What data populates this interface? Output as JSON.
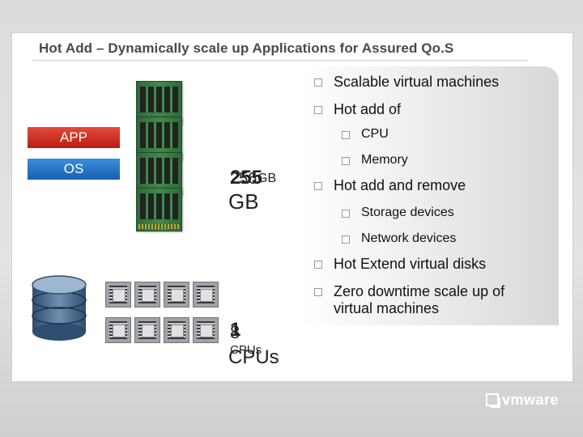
{
  "title": "Hot Add – Dynamically scale up Applications for Assured Qo.S",
  "stack": {
    "app": "APP",
    "os": "OS"
  },
  "memory": {
    "before_value": "255",
    "before_unit": "GB",
    "after_value": "256",
    "after_unit": "GB"
  },
  "cpus": {
    "before_value": "1",
    "before_unit": "CPUs",
    "after_value": "8",
    "after_unit": "CPUs"
  },
  "bullets": [
    {
      "text": "Scalable virtual machines",
      "level": 1
    },
    {
      "text": "Hot add of",
      "level": 1
    },
    {
      "text": "CPU",
      "level": 2
    },
    {
      "text": "Memory",
      "level": 2
    },
    {
      "text": "Hot add and remove",
      "level": 1
    },
    {
      "text": "Storage devices",
      "level": 2
    },
    {
      "text": "Network devices",
      "level": 2
    },
    {
      "text": "Hot Extend virtual disks",
      "level": 1
    },
    {
      "text": "Zero downtime scale up of virtual machines",
      "level": 1
    }
  ],
  "brand": {
    "logo_text": "vmware"
  },
  "colors": {
    "app": "#c8281a",
    "os": "#2a72c4",
    "memory_green": "#3f8a4a"
  }
}
